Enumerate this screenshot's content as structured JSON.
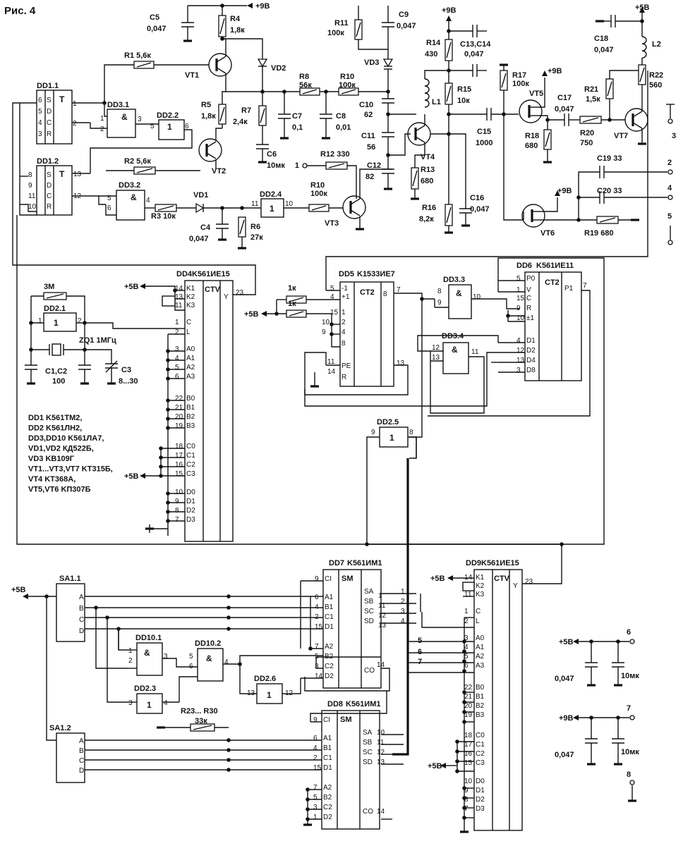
{
  "figure": {
    "label": "Рис. 4"
  },
  "chips": {
    "DD1_1": {
      "name": "DD1.1",
      "pins": [
        "6",
        "5",
        "4",
        "3",
        "1",
        "2",
        "S",
        "D",
        "C",
        "R",
        "T"
      ]
    },
    "DD1_2": {
      "name": "DD1.2",
      "pins": [
        "8",
        "9",
        "11",
        "10",
        "13",
        "12",
        "S",
        "D",
        "C",
        "R",
        "T"
      ]
    },
    "DD3_1": {
      "name": "DD3.1",
      "pins": [
        "1",
        "2",
        "3",
        "&"
      ]
    },
    "DD2_2": {
      "name": "DD2.2",
      "pins": [
        "5",
        "6",
        "1"
      ]
    },
    "DD3_2": {
      "name": "DD3.2",
      "pins": [
        "5",
        "6",
        "4",
        "&"
      ]
    },
    "DD2_4": {
      "name": "DD2.4",
      "pins": [
        "11",
        "10",
        "1"
      ]
    },
    "DD2_1": {
      "name": "DD2.1",
      "pins": [
        "1",
        "2",
        "1"
      ]
    },
    "DD4": {
      "name": "DD4",
      "type": "K561ИЕ15",
      "inner": "CTV",
      "pins": [
        "14",
        "13",
        "11",
        "1",
        "2",
        "3",
        "4",
        "5",
        "6",
        "22",
        "21",
        "20",
        "19",
        "18",
        "17",
        "16",
        "15",
        "10",
        "9",
        "8",
        "7",
        "23"
      ],
      "labels": [
        "K1",
        "K2",
        "K3",
        "C",
        "L",
        "A0",
        "A1",
        "A2",
        "A3",
        "B0",
        "B1",
        "B2",
        "B3",
        "C0",
        "C1",
        "C2",
        "C3",
        "D0",
        "D1",
        "D2",
        "D3",
        "Y"
      ]
    },
    "DD5": {
      "name": "DD5",
      "type": "K1533ИЕ7",
      "inner": "CT2",
      "pins": [
        "5",
        "4",
        "15",
        "1",
        "10",
        "9",
        "11",
        "14",
        "7",
        "8",
        "13"
      ],
      "labels": [
        "-1",
        "+1",
        "1",
        "2",
        "4",
        "8",
        "PE",
        "R"
      ]
    },
    "DD3_3": {
      "name": "DD3.3",
      "pins": [
        "8",
        "9",
        "10",
        "&"
      ]
    },
    "DD3_4": {
      "name": "DD3.4",
      "pins": [
        "12",
        "13",
        "11",
        "&"
      ]
    },
    "DD6": {
      "name": "DD6",
      "type": "K561ИЕ11",
      "inner": "CT2",
      "pins": [
        "5",
        "1",
        "15",
        "9",
        "10",
        "4",
        "12",
        "13",
        "3",
        "7"
      ],
      "labels": [
        "P0",
        "V",
        "C",
        "R",
        "±1",
        "D1",
        "D2",
        "D4",
        "D8",
        "P1"
      ]
    },
    "DD2_5": {
      "name": "DD2.5",
      "pins": [
        "9",
        "8",
        "1"
      ]
    },
    "DD7": {
      "name": "DD7",
      "type": "K561ИМ1",
      "inner": "SM",
      "pins": [
        "9",
        "6",
        "4",
        "2",
        "15",
        "7",
        "5",
        "3",
        "14",
        "1",
        "2",
        "3",
        "4",
        "1",
        "11",
        "12",
        "13"
      ],
      "labels": [
        "CI",
        "A1",
        "B1",
        "C1",
        "D1",
        "A2",
        "B2",
        "C2",
        "D2",
        "SA",
        "SB",
        "SC",
        "SD",
        "CO"
      ]
    },
    "DD8": {
      "name": "DD8",
      "type": "K561ИМ1",
      "inner": "SM",
      "pins": [
        "9",
        "6",
        "4",
        "2",
        "15",
        "7",
        "5",
        "3",
        "1",
        "10",
        "11",
        "12",
        "13",
        "14"
      ],
      "labels": [
        "CI",
        "A1",
        "B1",
        "C1",
        "D1",
        "A2",
        "B2",
        "C2",
        "D2",
        "SA",
        "SB",
        "SC",
        "SD",
        "CO"
      ]
    },
    "DD9": {
      "name": "DD9",
      "type": "K561ИЕ15",
      "inner": "CTV",
      "pins": [
        "14",
        "13",
        "11",
        "1",
        "2",
        "3",
        "4",
        "5",
        "6",
        "22",
        "21",
        "20",
        "19",
        "18",
        "17",
        "16",
        "15",
        "10",
        "9",
        "8",
        "7",
        "23"
      ],
      "labels": [
        "K1",
        "K2",
        "K3",
        "C",
        "L",
        "A0",
        "A1",
        "A2",
        "A3",
        "B0",
        "B1",
        "B2",
        "B3",
        "C0",
        "C1",
        "C2",
        "C3",
        "D0",
        "D1",
        "D2",
        "D3",
        "Y"
      ]
    },
    "DD10_1": {
      "name": "DD10.1",
      "pins": [
        "1",
        "2",
        "3",
        "&"
      ]
    },
    "DD10_2": {
      "name": "DD10.2",
      "pins": [
        "5",
        "6",
        "4",
        "&"
      ]
    },
    "DD2_3": {
      "name": "DD2.3",
      "pins": [
        "3",
        "4",
        "1"
      ]
    },
    "DD2_6": {
      "name": "DD2.6",
      "pins": [
        "13",
        "12",
        "1"
      ]
    },
    "SA1_1": {
      "name": "SA1.1",
      "pins": [
        "A",
        "B",
        "C",
        "D"
      ]
    },
    "SA1_2": {
      "name": "SA1.2",
      "pins": [
        "A",
        "B",
        "C",
        "D"
      ]
    }
  },
  "components": {
    "R1": "R1 5,6к",
    "R2": "R2 5,6к",
    "R3": "R3 10к",
    "R4": "R4",
    "R4v": "1,8к",
    "R5": "R5",
    "R5v": "1,8к",
    "R6": "R6",
    "R6v": "27к",
    "R7": "R7",
    "R7v": "2,4к",
    "R8": "R8",
    "R8v": "56к",
    "R10a": "R10",
    "R10av": "100к",
    "R10b": "R10",
    "R10bv": "100к",
    "R11": "R11",
    "R11v": "100к",
    "R12": "R12 330",
    "R13": "R13",
    "R13v": "680",
    "R14": "R14",
    "R14v": "430",
    "R15": "R15",
    "R15v": "10к",
    "R16": "R16",
    "R16v": "8,2к",
    "R17": "R17",
    "R17v": "100к",
    "R18": "R18",
    "R18v": "680",
    "R19": "R19 680",
    "R20": "R20",
    "R20v": "750",
    "R21": "R21",
    "R21v": "1,5к",
    "R22": "R22",
    "R22v": "560",
    "R23": "R23... R30",
    "R23v": "33к",
    "R3M": "3M",
    "R1k1": "1к",
    "R1k2": "1к",
    "C4": "C4",
    "C4v": "0,047",
    "C5": "C5",
    "C5v": "0,047",
    "C6": "C6",
    "C6v": "10мк",
    "C7": "C7",
    "C7v": "0,1",
    "C8": "C8",
    "C8v": "0,01",
    "C9": "C9",
    "C9v": "0,047",
    "C10": "C10",
    "C10v": "62",
    "C11": "C11",
    "C11v": "56",
    "C12": "C12",
    "C12v": "82",
    "C13": "C13,C14",
    "C13v": "0,047",
    "C15": "C15",
    "C15v": "1000",
    "C16": "C16",
    "C16v": "0,047",
    "C17": "C17",
    "C17v": "0,047",
    "C18": "C18",
    "C18v": "0,047",
    "C19": "C19 33",
    "C20": "C20 33",
    "C1C2": "C1,C2",
    "C1C2v": "100",
    "C3": "C3",
    "C3v": "8...30",
    "ZQ1": "ZQ1 1МГц",
    "Cp1": "0,047",
    "Cp1e": "10мк",
    "Cp2": "0,047",
    "Cp2e": "10мк",
    "VT1": "VT1",
    "VT2": "VT2",
    "VT3": "VT3",
    "VT4": "VT4",
    "VT5": "VT5",
    "VT6": "VT6",
    "VT7": "VT7",
    "VD1": "VD1",
    "VD2": "VD2",
    "VD3": "VD3",
    "L1": "L1",
    "L2": "L2"
  },
  "supplies": {
    "p9": "+9В",
    "p5": "+5В"
  },
  "terminals": [
    "1",
    "2",
    "3",
    "4",
    "5",
    "6",
    "7",
    "8"
  ],
  "parts_list": [
    "DD1 K561TM2,",
    "DD2 K561ЛН2,",
    "DD3,DD10 K561ЛА7,",
    "VD1,VD2 КД522Б,",
    "VD3 KB109Г",
    "VT1...VT3,VT7 KT315Б,",
    "VT4 KT368A,",
    "VT5,VT6 KП307Б"
  ]
}
